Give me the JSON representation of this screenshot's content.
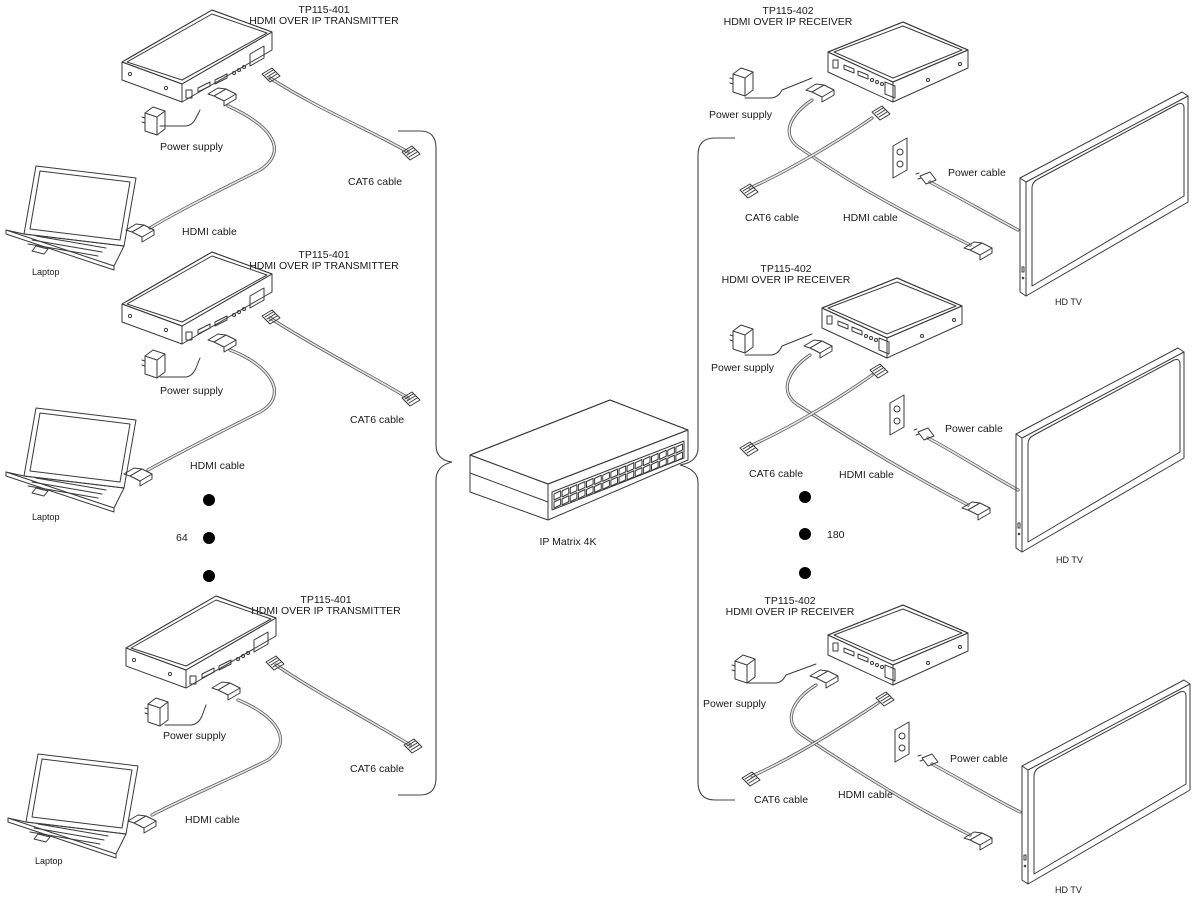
{
  "diagram": {
    "title": "",
    "colors": {
      "device_top": "#e2e2e2",
      "device_side": "#f3f3f3",
      "laptop_screen": "#f9dcef",
      "tv_screen": "#d6f5d6",
      "tv_frame": "#e6f7e6",
      "line": "#3a3a3a"
    },
    "transmitters": {
      "count_label": "64",
      "units": [
        {
          "model": "TP115-401",
          "name": "HDMI OVER IP TRANSMITTER",
          "power_label": "Power supply",
          "cat6_label": "CAT6 cable",
          "hdmi_label": "HDMI cable",
          "source_label": "Laptop"
        },
        {
          "model": "TP115-401",
          "name": "HDMI OVER IP TRANSMITTER",
          "power_label": "Power supply",
          "cat6_label": "CAT6 cable",
          "hdmi_label": "HDMI cable",
          "source_label": "Laptop"
        },
        {
          "model": "TP115-401",
          "name": "HDMI OVER IP TRANSMITTER",
          "power_label": "Power supply",
          "cat6_label": "CAT6 cable",
          "hdmi_label": "HDMI cable",
          "source_label": "Laptop"
        }
      ]
    },
    "matrix": {
      "label": "IP Matrix 4K"
    },
    "receivers": {
      "count_label": "180",
      "units": [
        {
          "model": "TP115-402",
          "name": "HDMI OVER IP RECEIVER",
          "power_label": "Power supply",
          "cat6_label": "CAT6 cable",
          "hdmi_label": "HDMI cable",
          "power_cable_label": "Power cable",
          "display_label": "HD TV"
        },
        {
          "model": "TP115-402",
          "name": "HDMI OVER IP RECEIVER",
          "power_label": "Power supply",
          "cat6_label": "CAT6 cable",
          "hdmi_label": "HDMI cable",
          "power_cable_label": "Power cable",
          "display_label": "HD TV"
        },
        {
          "model": "TP115-402",
          "name": "HDMI OVER IP RECEIVER",
          "power_label": "Power supply",
          "cat6_label": "CAT6 cable",
          "hdmi_label": "HDMI cable",
          "power_cable_label": "Power cable",
          "display_label": "HD TV"
        }
      ]
    }
  }
}
